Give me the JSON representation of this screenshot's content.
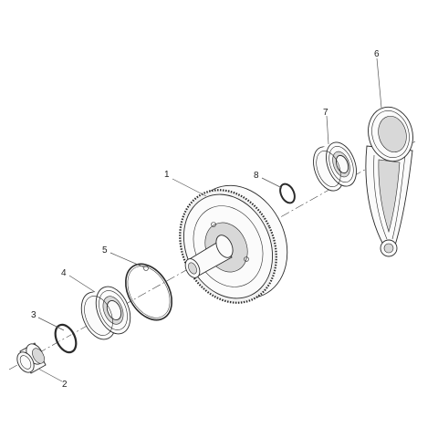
{
  "callouts": [
    {
      "id": "1",
      "label": "1"
    },
    {
      "id": "2",
      "label": "2"
    },
    {
      "id": "3",
      "label": "3"
    },
    {
      "id": "4",
      "label": "4"
    },
    {
      "id": "5",
      "label": "5"
    },
    {
      "id": "6",
      "label": "6"
    },
    {
      "id": "7",
      "label": "7"
    },
    {
      "id": "8",
      "label": "8"
    }
  ],
  "colors": {
    "line": "#2a2a2a",
    "background": "#ffffff"
  }
}
